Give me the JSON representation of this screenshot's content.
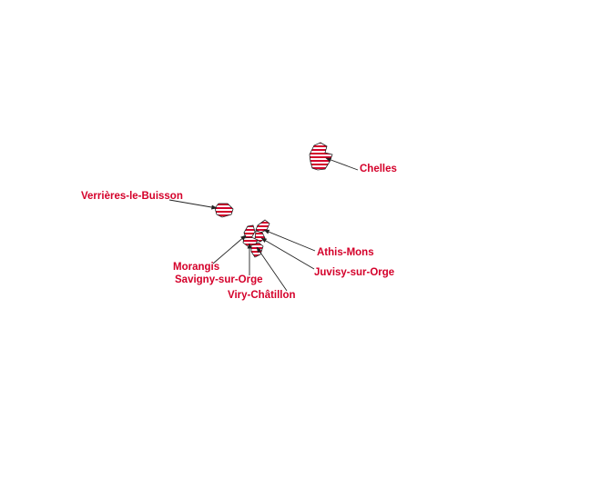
{
  "map": {
    "accent_color": "#d4002a",
    "communes": [
      {
        "key": "chelles",
        "name": "Chelles"
      },
      {
        "key": "verrieres",
        "name": "Verrières-le-Buisson"
      },
      {
        "key": "athis",
        "name": "Athis-Mons"
      },
      {
        "key": "juvisy",
        "name": "Juvisy-sur-Orge"
      },
      {
        "key": "morangis",
        "name": "Morangis"
      },
      {
        "key": "savigny",
        "name": "Savigny-sur-Orge"
      },
      {
        "key": "viry",
        "name": "Viry-Châtillon"
      }
    ]
  }
}
